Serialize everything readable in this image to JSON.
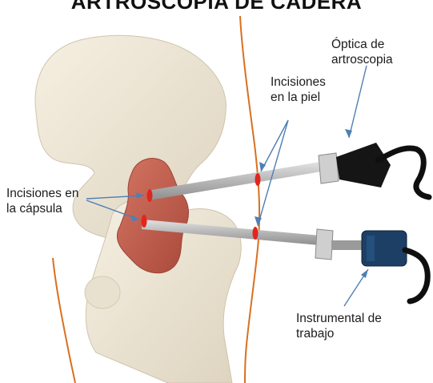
{
  "title": "ARTROSCOPIA DE CADERA",
  "labels": {
    "optica_line1": "Óptica de",
    "optica_line2": "artroscopia",
    "piel_line1": "Incisiones",
    "piel_line2": "en la piel",
    "capsula_line1": "Incisiones en",
    "capsula_line2": "la cápsula",
    "instrumental_line1": "Instrumental de",
    "instrumental_line2": "trabajo"
  },
  "colors": {
    "skin_line": "#d9701f",
    "capsule": "#c25b4a",
    "incision": "#e1261c",
    "arrow": "#4f7fb3",
    "scope_body": "#151515",
    "instrument_body": "#1d3f66",
    "shaft": "#b9b9b9"
  }
}
